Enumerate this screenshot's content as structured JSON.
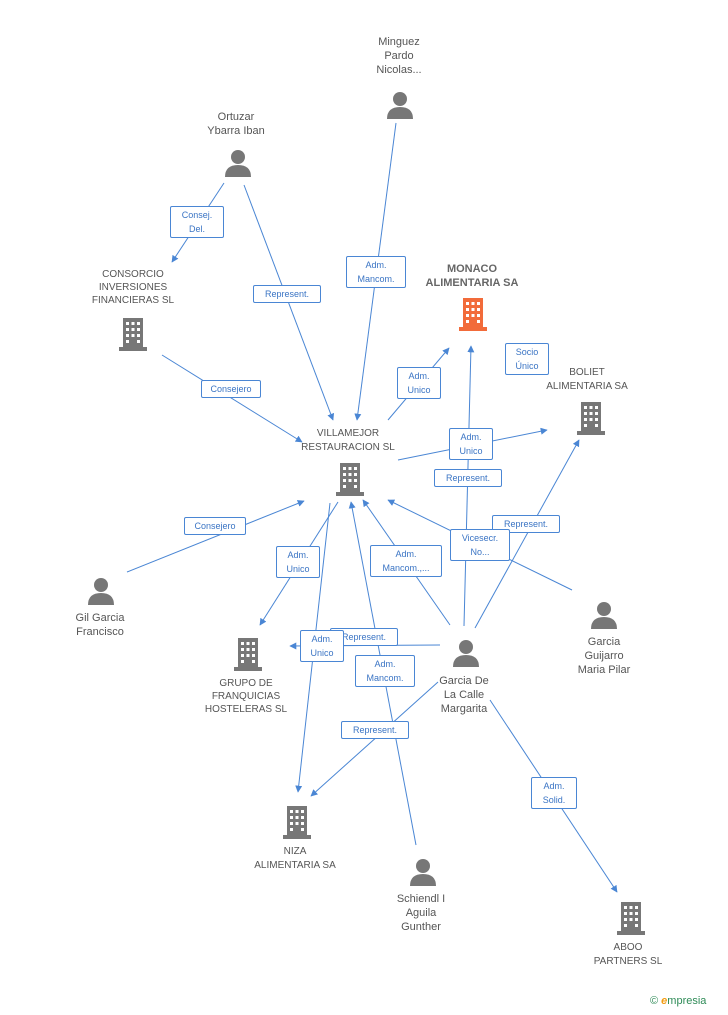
{
  "nodes": {
    "minguez": [
      "Minguez",
      "Pardo",
      "Nicolas..."
    ],
    "ortuzar": [
      "Ortuzar",
      "Ybarra Iban"
    ],
    "consorcio": [
      "CONSORCIO",
      "INVERSIONES",
      "FINANCIERAS SL"
    ],
    "monaco": [
      "MONACO",
      "ALIMENTARIA SA"
    ],
    "boliet": [
      "BOLIET",
      "ALIMENTARIA SA"
    ],
    "villamejor": [
      "VILLAMEJOR",
      "RESTAURACION SL"
    ],
    "gil": [
      "Gil Garcia",
      "Francisco"
    ],
    "grupo": [
      "GRUPO DE",
      "FRANQUICIAS",
      "HOSTELERAS SL"
    ],
    "garcia_gp": [
      "Garcia",
      "Guijarro",
      "Maria Pilar"
    ],
    "garcia_dlc": [
      "Garcia De",
      "La Calle",
      "Margarita"
    ],
    "niza": [
      "NIZA",
      "ALIMENTARIA SA"
    ],
    "schiendl": [
      "Schiendl I",
      "Aguila",
      "Gunther"
    ],
    "aboo": [
      "ABOO",
      "PARTNERS SL"
    ]
  },
  "edge_labels": {
    "consej_del": [
      "Consej.",
      "Del."
    ],
    "represent_ortuzar": [
      "Represent."
    ],
    "adm_mancom_minguez": [
      "Adm.",
      "Mancom."
    ],
    "consejero_consorcio": [
      "Consejero"
    ],
    "adm_unico_monaco": [
      "Adm.",
      "Unico"
    ],
    "socio_unico": [
      "Socio",
      "Único"
    ],
    "adm_unico_boliet": [
      "Adm.",
      "Unico"
    ],
    "represent_boliet": [
      "Represent."
    ],
    "consejero_gil": [
      "Consejero"
    ],
    "represent_gp": [
      "Represent."
    ],
    "vicesecr": [
      "Vicesecr.",
      "No..."
    ],
    "adm_unico_grupo": [
      "Adm.",
      "Unico"
    ],
    "adm_mancom_dlc": [
      "Adm.",
      "Mancom.,..."
    ],
    "represent_grupo": [
      "Represent."
    ],
    "adm_unico_niza": [
      "Adm.",
      "Unico"
    ],
    "adm_mancom_schiendl": [
      "Adm.",
      "Mancom."
    ],
    "represent_niza": [
      "Represent."
    ],
    "adm_solid": [
      "Adm.",
      "Solid."
    ]
  },
  "colors": {
    "edge": "#4a86d4",
    "company": "#777777",
    "highlight": "#f26b3a",
    "person": "#777777"
  },
  "footer": {
    "copyright": "©",
    "brand_initial": "e",
    "brand_rest": "mpresia"
  }
}
